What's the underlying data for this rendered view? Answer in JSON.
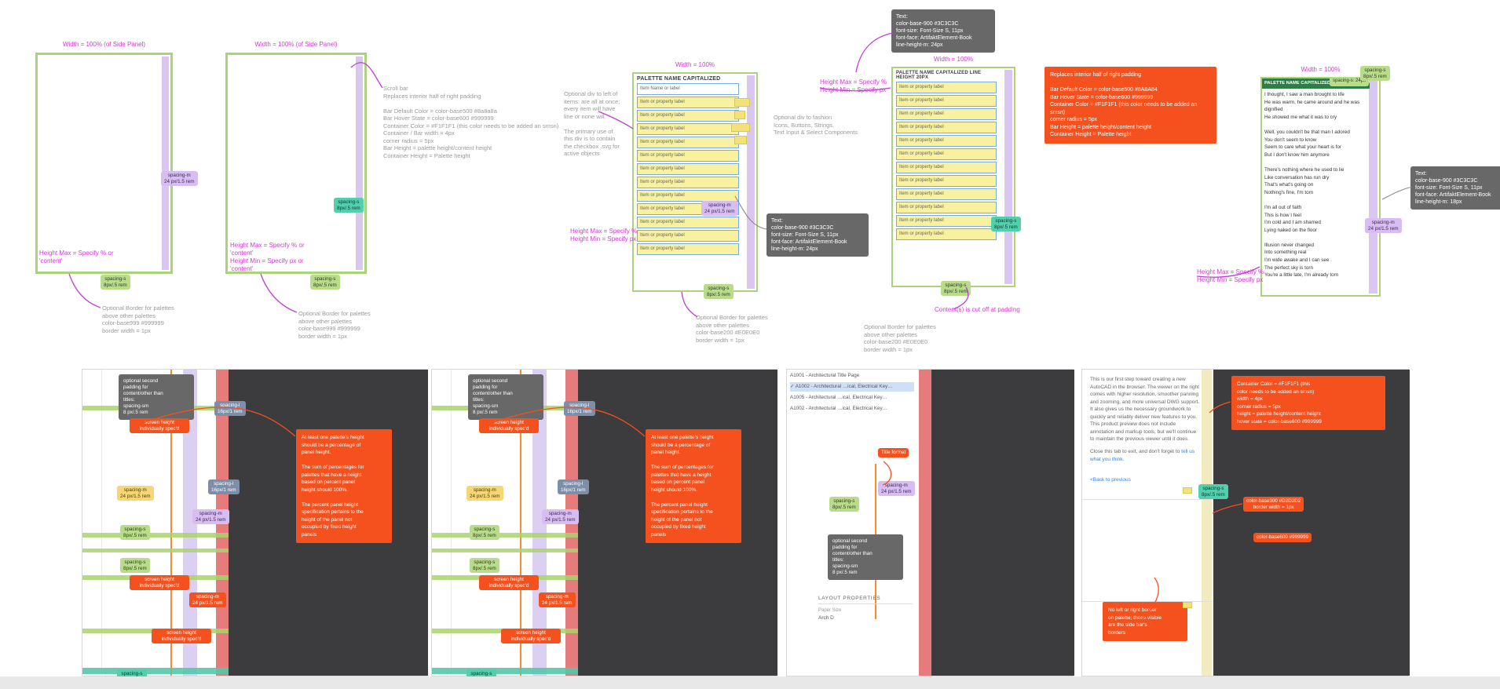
{
  "colors": {
    "accent_orange": "#F4511E",
    "magenta": "#D23BD2",
    "frame_green": "#ABD37C",
    "strip_purple": "#D9C7F2",
    "row_yellow": "#F7F1A0",
    "row_border_blue": "#78ABDB",
    "dark_panel": "#3C3C3E",
    "badge_green": "#B9DC8A",
    "badge_teal": "#52CFAD",
    "badge_purple": "#D8BDF2",
    "note_gray": "#686868"
  },
  "badges": {
    "s": "spacing-s\n8px/.5 rem",
    "m": "spacing-m\n24 px/1.5 rem",
    "l": "spacing-l\n16px/1 rem",
    "s24": "spacing-s: 24px"
  },
  "notes": {
    "width_side_panel": "Width = 100% (of Side Panel)",
    "width_100": "Width = 100%",
    "height_max_content": "Height Max = Specify % or 'content'",
    "height_minmax_content": "Height Max = Specify % or 'content'\nHeight Min = Specify px or 'content'",
    "height_minmax": "Height Max = Specify %\nHeight Min = Specify px",
    "border_999": "Optional Border for palettes\nabove other palettes\ncolor-base999 #999999\nborder width = 1px",
    "border_200": "Optional Border for palettes\nabove other palettes\ncolor-base200 #E0E0E0\nborder width = 1px",
    "scrollbar": "Scroll bar\nReplaces interior half of right padding\n\nBar Default Color = color-base500 #8a8a8a\nBar Hover State = color-base600 #999999\nContainer Color = #F1F1F1 (this color needs to be added an smsn)\nContainer / Bar width = 4px\ncorner radius = 5px\nBar Height = palette height/content height\nContainer Height = Palette height",
    "scrollbar_orange": "Replaces interior half of right padding\n\nBar Default Color = color-base500 #8A8A84\nBar Hover State = color-base600 #999999\nContainer Color = #F1F1F1 (this color needs to be added an smsn)\ncorner radius = 5px\nBar Height = palette height/content height\nContainer Height = Palette height",
    "optional_div_left": "Optional div to left of\nitems: are all at once;\nevery item will have\nline or none will.\n\nThe primary use of\nthis div is to contain\nthe checkbox .svg for\nactive objects",
    "optional_div_fashion": "Optional div to fashion\nIcons, Buttons, Strings,\nText Input & Select Components",
    "cutoff": "Content(s) is cut off at padding",
    "text_spec_24": "Text:\ncolor-base-900 #3C3C3C\nfont-size: Font-Size S, 11px\nfont-face: ArtifaktElement-Book\nline-height-m: 24px",
    "text_spec_18": "Text:\ncolor-base-900 #3C3C3C\nfont-size: Font-Size S, 11px\nfont-face: ArtifaktElement-Book\nline-height-m: 18px"
  },
  "palette": {
    "header1": "PALETTE NAME CAPITALIZED",
    "header2": "PALETTE NAME CAPITALIZED LINE HEIGHT 20PX",
    "first_row": "Item Name or label",
    "row": "Item or property label",
    "lyrics": "I thought, I saw a man brought to life\nHe was warm, he came around and he was\ndignified\nHe showed me what it was to cry\n\nWell, you couldn't be that man I adored\nYou don't seem to know\nSeem to care what your heart is for\nBut I don't know him anymore\n\nThere's nothing where he used to lie\nLike conversation has run dry\nThat's what's going on\nNothing's fine, I'm torn\n\nI'm all out of faith\nThis is how I feel\nI'm cold and I am shamed\nLying naked on the floor\n\nIllusion never changed\nInto something real\nI'm wide awake and I can see\nThe perfect sky is torn\nYou're a little late, I'm already torn"
  },
  "bottom": {
    "gray_padding_note": "optional second\npadding for\ncontent/other than\ntitles:\nspacing-sm\n8 px/.5 rem",
    "screen_height": "screen height\nindividually spec'd",
    "percent_note": "At least one palette's height\nshould be a percentage of\npanel height.\n\nThe sum of percentages for\npalettes that have a height\nbased on percent panel\nheight should 100%.\n\nThe percent panel height\nspecification pertains to the\nheight of the panel not\noccupied by fixed height\npanels",
    "check": "✓",
    "sheet_rows": [
      "A1001 - Architectural Title Page",
      "A1002 - Architectural …ical, Electrical Key…",
      "A1005 - Architectural …ical, Electrical Key…",
      "A1002 - Architectural …ical, Electrical Key…"
    ],
    "title_format": "Title format",
    "layout_properties": "LAYOUT PROPERTIES",
    "paper_size_label": "Paper Size",
    "paper_size_value": "Arch D",
    "autocad_paragraph": "This is our first step toward creating a new\nAutoCAD in the browser. The viewer on the right\ncomes with higher resolution, smoother panning\nand zooming, and more universal DWG support.\nIt also gives us the necessary groundwork to\nquickly and reliably deliver new features to you.\nThis product preview does not include\nannotation and markup tools, but we'll continue\nto maintain the previous viewer until it does.",
    "close_prefix": "Close this tab to exit, and don't forget to ",
    "close_link": "tell us\nwhat you think.",
    "back_link": "<Back to previous",
    "container_note": "Container Color = #F1F1F1 (this\ncolor needs to be added an smsn)\nwidth = 4px\ncorner radius = 5px\nheight = palette height/content height\nhover state = color-base600 #999999",
    "border300": "color-base300 #D2D2D2\nborder width = 1px",
    "base600": "color-base600 #999999",
    "no_border_note": "No left or right border\non palette; those visible\nare the side bar's\nborders"
  }
}
